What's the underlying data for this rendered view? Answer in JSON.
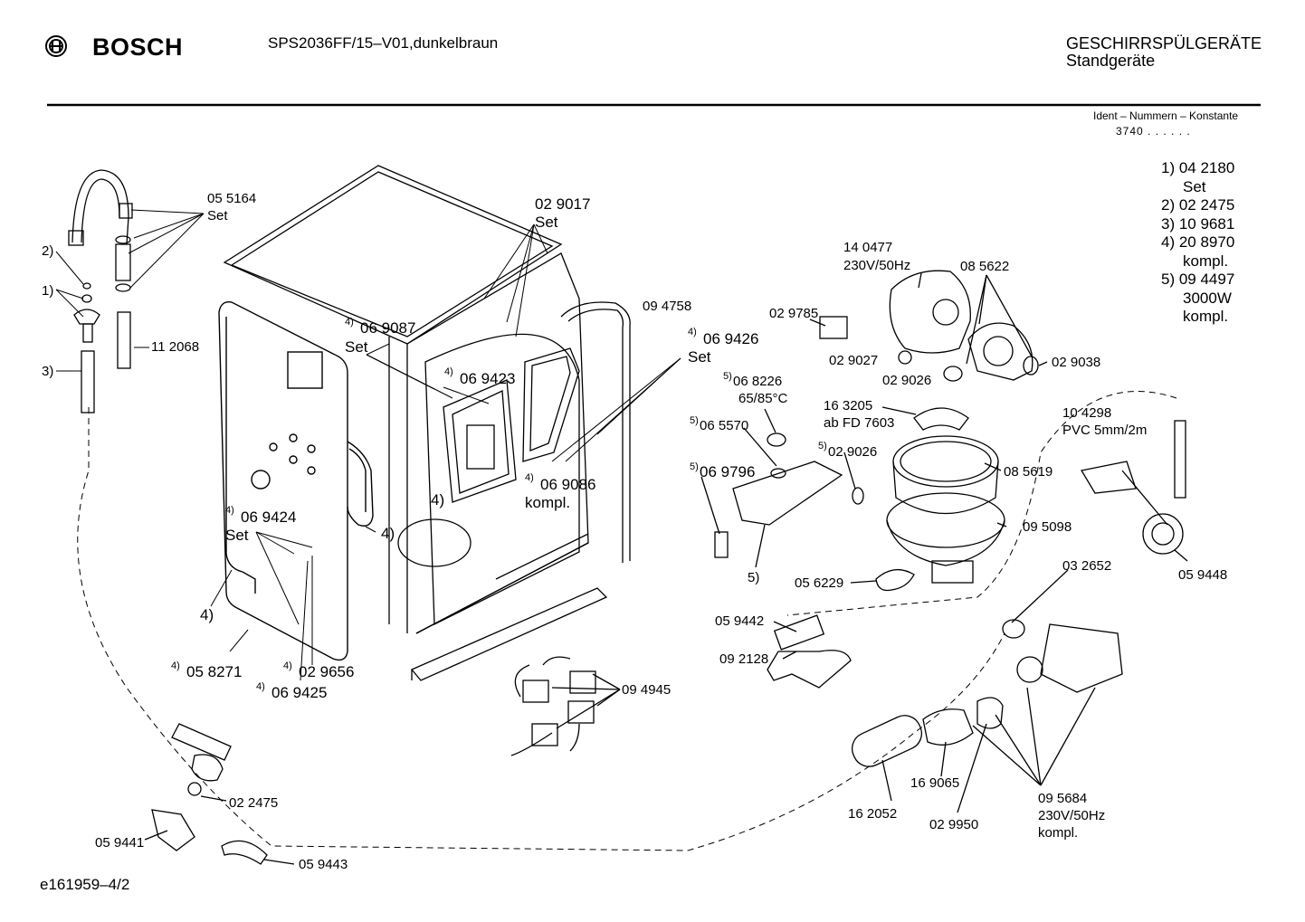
{
  "header": {
    "brand": "BOSCH",
    "model": "SPS2036FF/15–V01,dunkelbraun",
    "category": "GESCHIRRSPÜLGERÄTE",
    "subcategory": "Standgeräte",
    "ident_label": "Ident – Nummern – Konstante",
    "ident_value": "3740 . .   . . . ."
  },
  "legend": [
    "1) 04 2180",
    "Set",
    "2) 02 2475",
    "3) 10 9681",
    "4) 20 8970",
    "kompl.",
    "5) 09 4497",
    "3000W",
    "kompl."
  ],
  "parts": {
    "p055164": "05 5164",
    "p055164_set": "Set",
    "p2": "2)",
    "p1": "1)",
    "p3": "3)",
    "p112068": "11 2068",
    "p029017": "02 9017",
    "p029017_set": "Set",
    "p094758": "09 4758",
    "p069087_sup": "4)",
    "p069087": "06 9087",
    "p069087_set": "Set",
    "p069423_sup": "4)",
    "p069423": "06 9423",
    "p069426_sup": "4)",
    "p069426": "06 9426",
    "p069426_set": "Set",
    "p069086_sup": "4)",
    "p069086": "06 9086",
    "p069086_kompl": "kompl.",
    "p4_door": "4)",
    "p4_side": "4)",
    "p4_left": "4)",
    "p069424_sup": "4)",
    "p069424": "06 9424",
    "p069424_set": "Set",
    "p058271_sup": "4)",
    "p058271": "05 8271",
    "p029656_sup": "4)",
    "p029656": "02 9656",
    "p069425_sup": "4)",
    "p069425": "06 9425",
    "p094945": "09 4945",
    "p140477": "14 0477",
    "p140477_v": "230V/50Hz",
    "p085622": "08 5622",
    "p029785": "02 9785",
    "p029027": "02 9027",
    "p029026a": "02 9026",
    "p029038": "02 9038",
    "p068226_sup": "5)",
    "p068226": "06 8226",
    "p068226_t": "65/85°C",
    "p163205": "16 3205",
    "p163205_ab": "ab FD 7603",
    "p065570_sup": "5)",
    "p065570": "06 5570",
    "p029026b_sup": "5)",
    "p029026b": "02 9026",
    "p069796_sup": "5)",
    "p069796": "06 9796",
    "p104298": "10 4298",
    "p104298_pvc": "PVC 5mm/2m",
    "p085619": "08 5619",
    "p095098": "09 5098",
    "p5": "5)",
    "p056229": "05 6229",
    "p032652": "03 2652",
    "p059448": "05 9448",
    "p059442": "05 9442",
    "p092128": "09 2128",
    "p169065": "16 9065",
    "p162052": "16 2052",
    "p029950": "02 9950",
    "p095684": "09 5684",
    "p095684_v": "230V/50Hz",
    "p095684_kompl": "kompl.",
    "p022475": "02 2475",
    "p059441": "05 9441",
    "p059443": "05 9443"
  },
  "footer": {
    "doc_id": "e161959–4/2"
  }
}
